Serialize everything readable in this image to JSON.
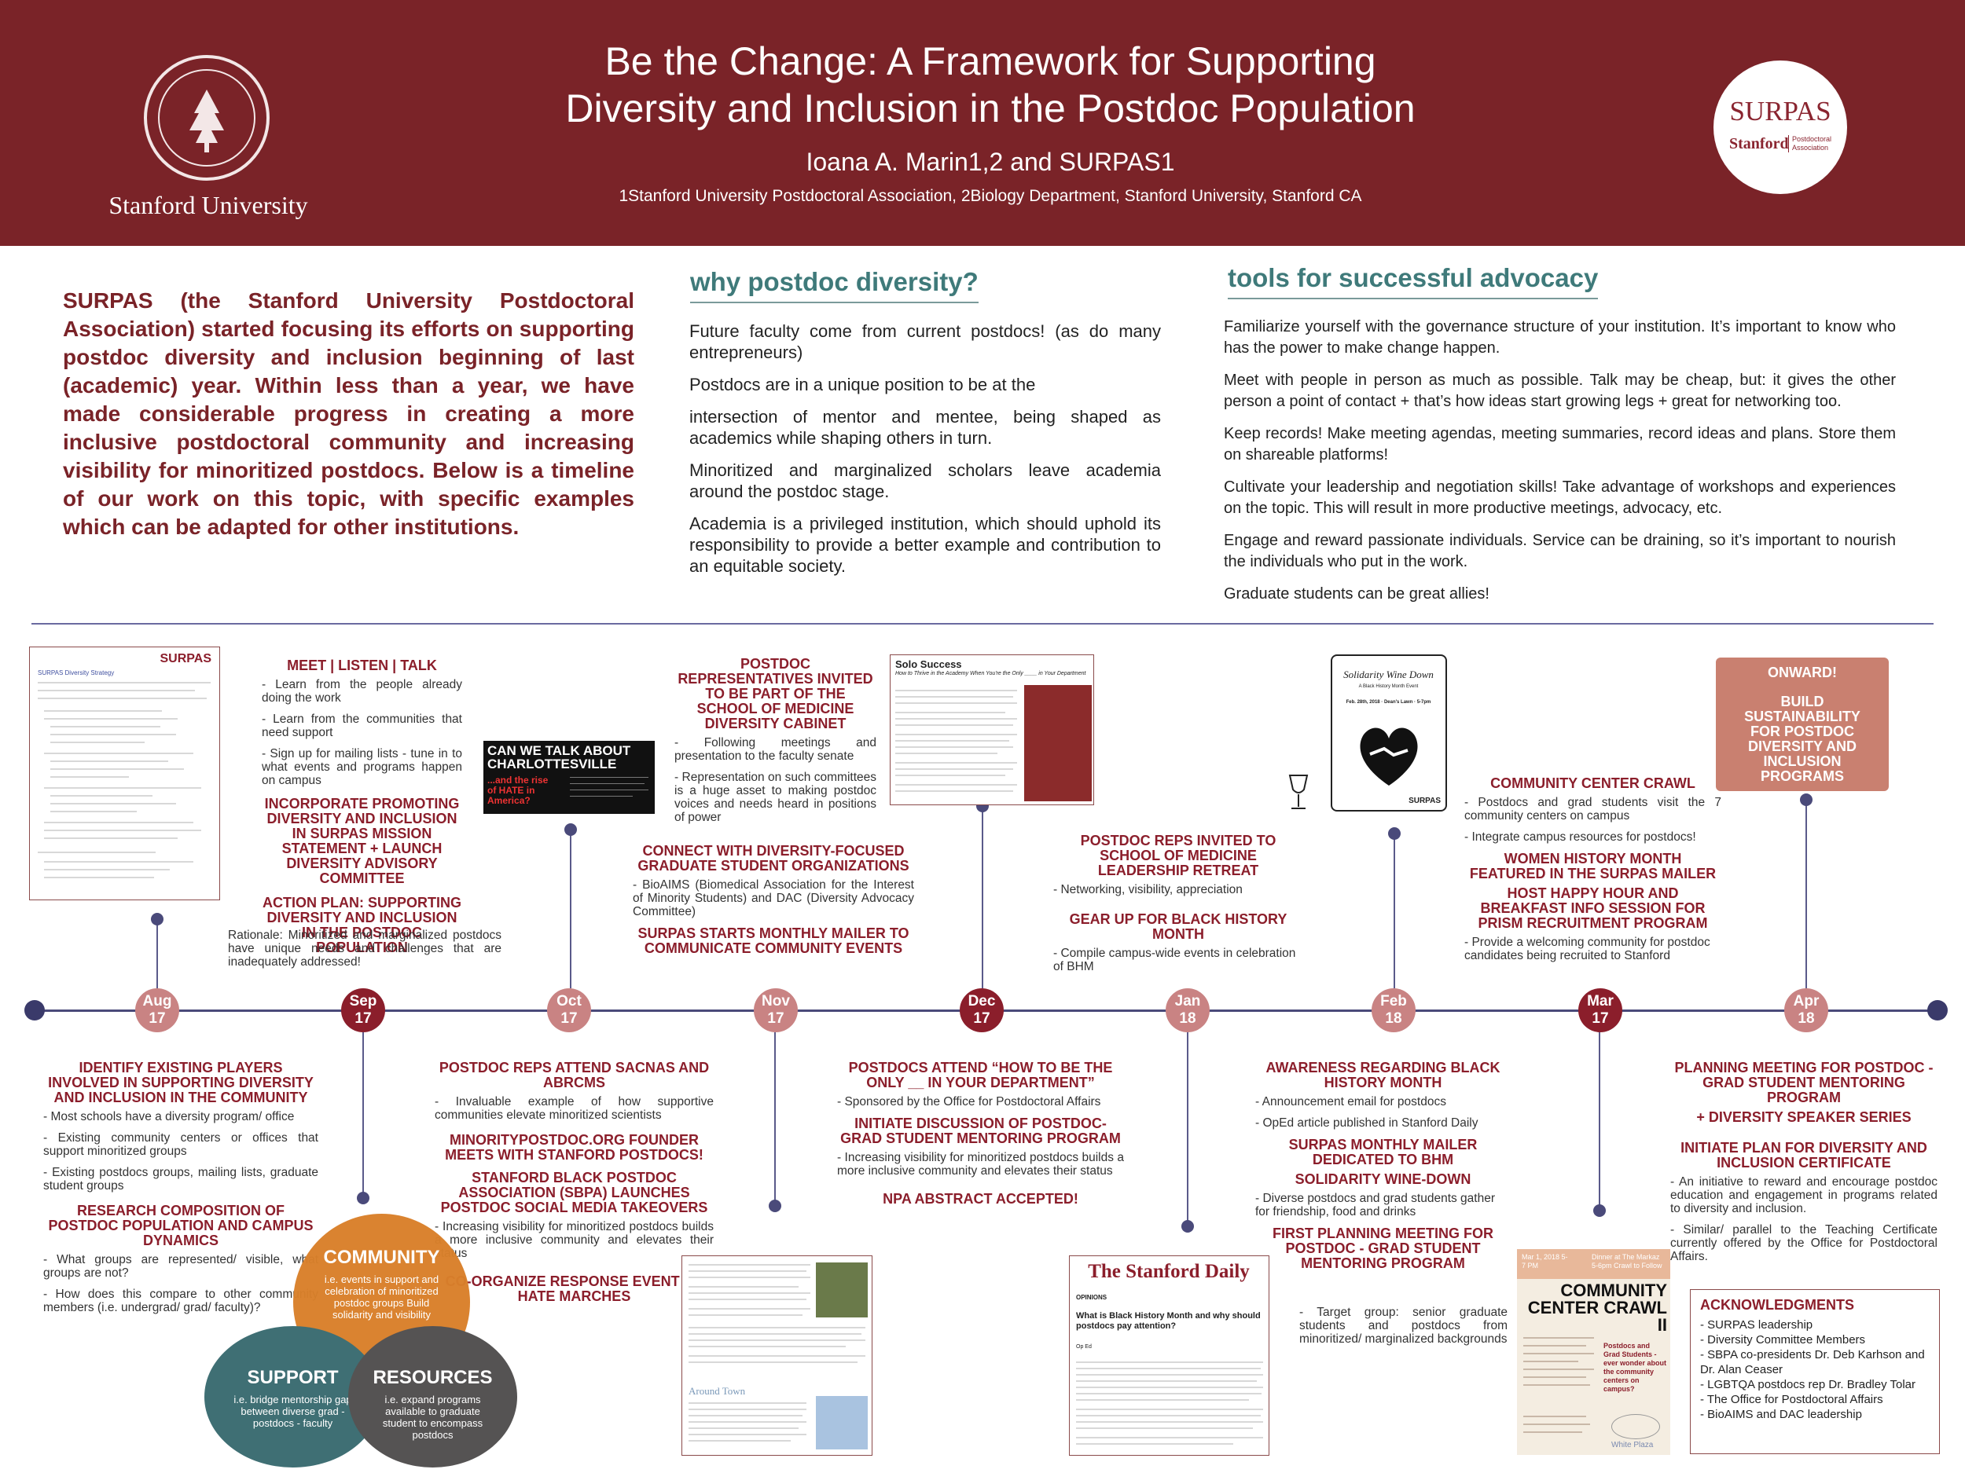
{
  "header": {
    "title_line1": "Be the Change: A Framework for Supporting",
    "title_line2": "Diversity and Inclusion in the Postdoc Population",
    "authors": "Ioana A. Marin1,2 and SURPAS1",
    "affiliations": "1Stanford University Postdoctoral Association, 2Biology Department, Stanford University, Stanford CA",
    "university_name": "Stanford University",
    "surpas_logo": {
      "name": "SURPAS",
      "sub": "Stanford",
      "tagline": "Postdoctoral Association"
    }
  },
  "intro": "SURPAS (the Stanford University Postdoctoral Association) started focusing its efforts on supporting postdoc diversity and inclusion beginning of last (academic) year. Within less than a year, we have made considerable progress in creating a more inclusive postdoctoral community and increasing visibility for minoritized postdocs. Below is a timeline of our work on this topic, with specific examples which can be adapted for other institutions.",
  "why": {
    "heading": "why postdoc diversity?",
    "paragraphs": [
      "Future faculty come from current postdocs! (as do many entrepreneurs)",
      "Postdocs are in a unique position to be at the",
      "intersection of mentor and mentee, being shaped as academics while shaping others in turn.",
      "Minoritized and marginalized scholars leave academia around the postdoc stage.",
      "Academia is a privileged institution, which should uphold its responsibility to provide a better example and contribution to an equitable society."
    ]
  },
  "tools": {
    "heading": "tools for successful advocacy",
    "paragraphs": [
      "Familiarize yourself with the governance structure of your institution. It’s important to know who has the power to make change happen.",
      "Meet with people in person as much as possible. Talk may be cheap, but: it gives the other person a point of contact + that’s how ideas start growing legs + great for networking too.",
      "Keep records! Make meeting agendas, meeting summaries, record ideas and plans. Store them on shareable platforms!",
      "Cultivate your leadership and negotiation skills! Take advantage of workshops and experiences on the topic. This will result in more productive meetings, advocacy, etc.",
      "Engage and reward passionate individuals. Service can be draining, so it’s important to nourish the individuals who put in the work.",
      "Graduate students can be great allies!"
    ]
  },
  "months": [
    {
      "m": "Aug",
      "y": "17"
    },
    {
      "m": "Sep",
      "y": "17"
    },
    {
      "m": "Oct",
      "y": "17"
    },
    {
      "m": "Nov",
      "y": "17"
    },
    {
      "m": "Dec",
      "y": "17"
    },
    {
      "m": "Jan",
      "y": "18"
    },
    {
      "m": "Feb",
      "y": "18"
    },
    {
      "m": "Mar",
      "y": "17"
    },
    {
      "m": "Apr",
      "y": "18"
    }
  ],
  "above": {
    "sep": {
      "h1": "MEET | LISTEN | TALK",
      "t1": "- Learn from the people already doing the work",
      "t2": "- Learn from the communities that need support",
      "t3": "- Sign up for mailing lists - tune in to what events and programs happen on campus",
      "h2": "INCORPORATE PROMOTING DIVERSITY AND INCLUSION IN SURPAS MISSION STATEMENT + LAUNCH DIVERSITY ADVISORY COMMITTEE",
      "h3": "ACTION PLAN: SUPPORTING DIVERSITY AND INCLUSION IN THE POSTDOC POPULATION",
      "t4": "Rationale: Minoritized and marginalized postdocs have unique needs and challenges that are inadequately addressed!"
    },
    "nov": {
      "h1": "POSTDOC REPRESENTATIVES INVITED TO BE PART OF THE SCHOOL OF MEDICINE DIVERSITY CABINET",
      "t1": "- Following meetings and presentation to the faculty senate",
      "t2": "- Representation on such committees is a huge asset to making postdoc voices and needs heard in positions of power",
      "h2": "CONNECT WITH DIVERSITY-FOCUSED GRADUATE STUDENT ORGANIZATIONS",
      "t3": "- BioAIMS (Biomedical Association for the Interest of Minority Students) and DAC (Diversity Advocacy Committee)",
      "h3": "SURPAS STARTS MONTHLY MAILER TO COMMUNICATE COMMUNITY EVENTS"
    },
    "jan": {
      "h1": "POSTDOC REPS INVITED TO SCHOOL OF MEDICINE LEADERSHIP RETREAT",
      "t1": "- Networking, visibility, appreciation",
      "h2": "GEAR UP FOR BLACK HISTORY MONTH",
      "t2": "- Compile campus-wide events in celebration of BHM"
    },
    "mar": {
      "h1": "COMMUNITY CENTER CRAWL",
      "t1": "- Postdocs and grad students visit the 7 community centers on campus",
      "t2": "- Integrate campus resources for postdocs!",
      "h2": "WOMEN HISTORY MONTH FEATURED IN THE SURPAS MAILER",
      "h3": "HOST HAPPY HOUR AND BREAKFAST INFO SESSION FOR PRISM RECRUITMENT PROGRAM",
      "t3": "- Provide a welcoming community for postdoc candidates being recruited to Stanford"
    },
    "onward": {
      "l1": "ONWARD!",
      "l2": "BUILD SUSTAINABILITY FOR POSTDOC DIVERSITY AND INCLUSION PROGRAMS"
    }
  },
  "below": {
    "aug": {
      "h1": "IDENTIFY EXISTING PLAYERS INVOLVED IN SUPPORTING DIVERSITY AND INCLUSION IN THE COMMUNITY",
      "t1": "- Most schools have a diversity program/ office",
      "t2": "- Existing community centers or offices that support minoritized groups",
      "t3": "- Existing postdocs groups, mailing lists, graduate student groups",
      "h2": "RESEARCH COMPOSITION OF POSTDOC POPULATION AND CAMPUS DYNAMICS",
      "t4": "- What groups are represented/ visible, what groups are not?",
      "t5": "- How does this compare to other community members (i.e. undergrad/ grad/ faculty)?"
    },
    "oct": {
      "h1": "POSTDOC REPS ATTEND SACNAS AND ABRCMS",
      "t1": "- Invaluable example of how supportive communities elevate minoritized scientists",
      "h2": "MINORITYPOSTDOC.ORG FOUNDER MEETS WITH STANFORD POSTDOCS!",
      "h3": "STANFORD BLACK POSTDOC ASSOCIATION (SBPA) LAUNCHES POSTDOC SOCIAL MEDIA TAKEOVERS",
      "t2": "- Increasing visibility for minoritized postdocs builds a more inclusive community and elevates their status",
      "h4": "CO-ORGANIZE RESPONSE EVENT TO HATE MARCHES"
    },
    "dec": {
      "h1": "POSTDOCS ATTEND “HOW TO BE THE ONLY __ IN YOUR DEPARTMENT”",
      "t1": "- Sponsored by the Office for Postdoctoral Affairs",
      "h2": "INITIATE DISCUSSION OF POSTDOC-GRAD STUDENT MENTORING PROGRAM",
      "t2": "- Increasing visibility for minoritized postdocs builds a more inclusive community and elevates their status",
      "h3": "NPA ABSTRACT ACCEPTED!"
    },
    "feb": {
      "h1": "AWARENESS REGARDING BLACK HISTORY MONTH",
      "t1": "- Announcement email for postdocs",
      "t2": "- OpEd article published in Stanford Daily",
      "h2": "SURPAS MONTHLY MAILER DEDICATED TO BHM",
      "h3": "SOLIDARITY WINE-DOWN",
      "t3": "- Diverse postdocs and grad students gather for friendship, food and drinks",
      "h4": "FIRST PLANNING MEETING FOR POSTDOC - GRAD STUDENT MENTORING PROGRAM",
      "t4": "- Target group: senior graduate students and postdocs from minoritized/ marginalized backgrounds"
    },
    "apr": {
      "h1": "PLANNING MEETING FOR POSTDOC - GRAD STUDENT MENTORING PROGRAM",
      "h2": "+ DIVERSITY SPEAKER SERIES",
      "h3": "INITIATE PLAN FOR DIVERSITY AND INCLUSION CERTIFICATE",
      "t1": "- An initiative to reward and encourage postdoc education and engagement in programs related to diversity and inclusion.",
      "t2": "- Similar/ parallel to the Teaching Certificate currently offered by the Office for Postdoctoral Affairs."
    }
  },
  "venn": {
    "community": {
      "label": "COMMUNITY",
      "desc": "i.e. events in support and celebration of minoritized postdoc groups Build solidarity and visibility"
    },
    "support": {
      "label": "SUPPORT",
      "desc": "i.e. bridge mentorship gap between diverse grad - postdocs - faculty"
    },
    "resources": {
      "label": "RESOURCES",
      "desc": "i.e. expand programs available to graduate student to encompass postdocs"
    },
    "colors": {
      "community": "#d9802a",
      "support": "#3f6f74",
      "resources": "#555353"
    }
  },
  "thumbnails": {
    "doc_header": "SURPAS",
    "doc_title": "SURPAS Diversity Strategy",
    "charlottesville_l1": "CAN WE TALK ABOUT",
    "charlottesville_l2": "CHARLOTTESVILLE",
    "charlottesville_l3": "...and the rise of HATE in America?",
    "solo_title": "Solo Success",
    "solo_sub": "How to Thrive in the Academy When You're the Only ____ in Your Department",
    "wine_title": "Solidarity Wine Down",
    "wine_sub": "A Black History Month Event",
    "wine_date": "Feb. 28th, 2018 · Dean's Lawn · 5-7pm",
    "wine_brand": "SURPAS",
    "daily_name": "The Stanford Daily",
    "daily_section": "OPINIONS",
    "daily_headline": "What is Black History Month and why should postdocs pay attention?",
    "daily_author": "Op Ed",
    "mailer_around": "Around Town",
    "crawl_title": "COMMUNITY CENTER CRAWL II",
    "crawl_date": "Mar 1, 2018 5-7 PM",
    "crawl_place": "Dinner at The Markaz 5-6pm Crawl to Follow",
    "crawl_note": "Postdocs and Grad Students - ever wonder about the community centers on campus?",
    "crawl_map": "White Plaza"
  },
  "acknowledgments": {
    "heading": "ACKNOWLEDGMENTS",
    "items": [
      "- SURPAS leadership",
      "- Diversity Committee Members",
      "- SBPA co-presidents Dr. Deb Karhson and Dr. Alan Ceaser",
      "- LGBTQA postdocs rep Dr. Bradley Tolar",
      "- The Office for Postdoctoral Affairs",
      "- BioAIMS and DAC leadership"
    ]
  },
  "colors": {
    "maroon": "#7a2328",
    "teal": "#3f7a7a",
    "axis": "#4a4a7a",
    "month_light": "#c98383",
    "month_dark": "#8b1e2b"
  }
}
